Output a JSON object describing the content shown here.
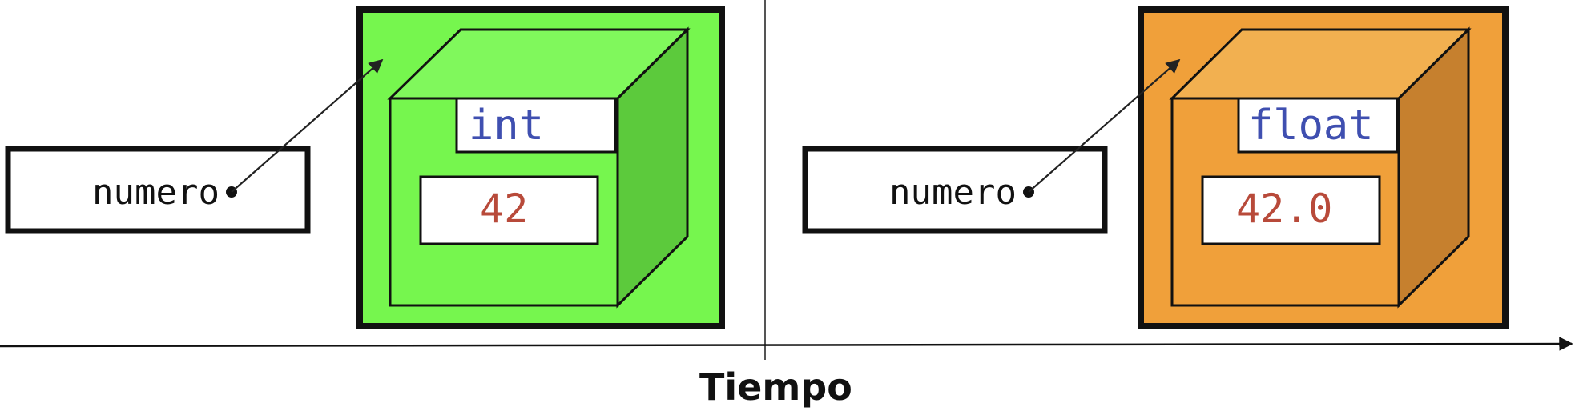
{
  "colors": {
    "green_box": "#76f64e",
    "green_top": "#80f85c",
    "green_side": "#5cca3c",
    "orange_box": "#f0a03a",
    "orange_top": "#f2b050",
    "orange_side": "#c6802e",
    "type_text": "#3f4fb0",
    "value_text": "#b84a3a"
  },
  "panels": [
    {
      "variable": "numero",
      "type": "int",
      "value": "42",
      "theme": "green"
    },
    {
      "variable": "numero",
      "type": "float",
      "value": "42.0",
      "theme": "orange"
    }
  ],
  "axis": {
    "label": "Tiempo"
  }
}
